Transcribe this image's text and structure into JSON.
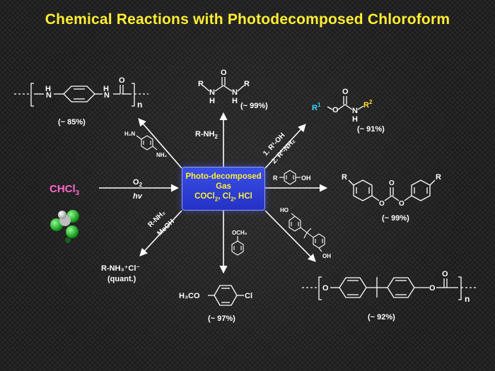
{
  "title": "Chemical Reactions with Photodecomposed Chloroform",
  "hub": {
    "line1": "Photo-decomposed",
    "line2": "Gas",
    "line3_parts": [
      "COCl",
      "2",
      ", Cl",
      "2",
      ", HCl"
    ]
  },
  "starting_material": {
    "formula": "CHCl",
    "sub": "3"
  },
  "conditions": {
    "o2": "O",
    "o2_sub": "2",
    "hv": "hv"
  },
  "reagents": {
    "rnh2_top": "R-NH",
    "rnh2_top_sub": "2",
    "step1": "1. R¹-OH",
    "step2": "2. R²-NH₂",
    "amine_a": "H₂N",
    "amine_b": "NH₂",
    "rnh2_left": "R-NH₂",
    "meoh": "MeOH",
    "phenol_oh": "OH",
    "phenol_r": "R",
    "anisole_och3": "OCH₃",
    "bpa_ho": "HO",
    "bpa_oh": "OH"
  },
  "products": {
    "polyurea_n": "n",
    "polyurea_yield": "(~ 85%)",
    "urea_yield": "(~ 99%)",
    "carbamate_r1": "R",
    "carbamate_r1_sup": "1",
    "carbamate_r2": "R",
    "carbamate_r2_sup": "2",
    "carbamate_yield": "(~ 91%)",
    "carbonate_r": "R",
    "carbonate_yield": "(~ 99%)",
    "ammonium_line1": "R-NH₃⁺Cl⁻",
    "ammonium_line2": "(quant.)",
    "chloroanisole_left": "H₃CO",
    "chloroanisole_right": "Cl",
    "chloroanisole_yield": "(~ 97%)",
    "polycarbonate_n": "n",
    "polycarbonate_yield": "(~ 92%)"
  },
  "colors": {
    "title": "#ffef33",
    "hub_fill": "#2f40d8",
    "chcl3": "#ff66cc",
    "r1_cyan": "#33ddff",
    "r2_yellow": "#ffe033",
    "arrow": "#ffffff"
  }
}
